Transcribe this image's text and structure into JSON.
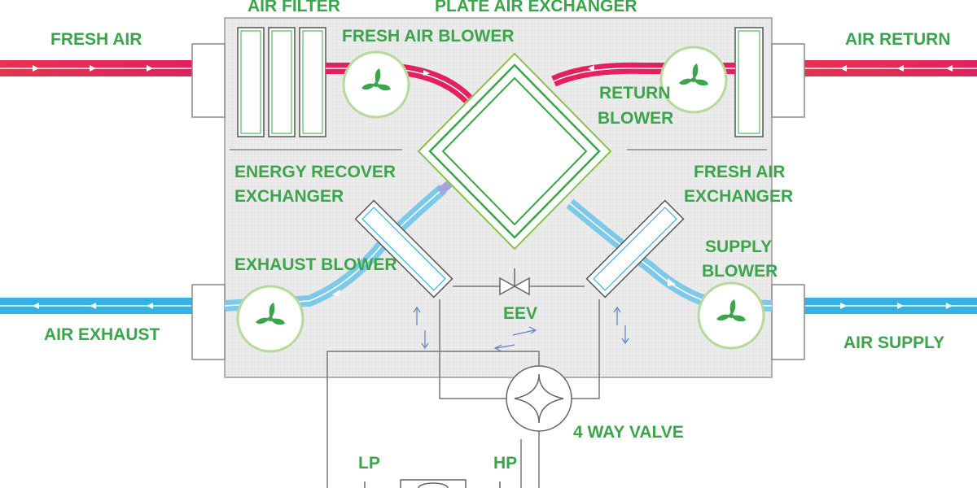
{
  "labels": {
    "air_filter": "AIR FILTER",
    "plate_air_exchanger": "PLATE AIR EXCHANGER",
    "fresh_air": "FRESH AIR",
    "fresh_air_blower": "FRESH AIR BLOWER",
    "air_return": "AIR RETURN",
    "return_blower_1": "RETURN",
    "return_blower_2": "BLOWER",
    "energy_recover_1": "ENERGY RECOVER",
    "energy_recover_2": "EXCHANGER",
    "fresh_air_exchanger_1": "FRESH AIR",
    "fresh_air_exchanger_2": "EXCHANGER",
    "exhaust_blower": "EXHAUST BLOWER",
    "supply_blower_1": "SUPPLY",
    "supply_blower_2": "BLOWER",
    "air_exhaust": "AIR EXHAUST",
    "air_supply": "AIR SUPPLY",
    "eev": "EEV",
    "four_way_valve": "4 WAY VALVE",
    "lp": "LP",
    "hp": "HP"
  },
  "colors": {
    "label_green": "#3aa54a",
    "warm_duct": "#e2215e",
    "cool_duct": "#33b3e3",
    "unit_fill": "#ececec",
    "line_gray": "#777777"
  },
  "icons": [
    "fan-icon",
    "expansion-valve-icon",
    "four-way-valve-icon",
    "flow-arrow-icon"
  ]
}
